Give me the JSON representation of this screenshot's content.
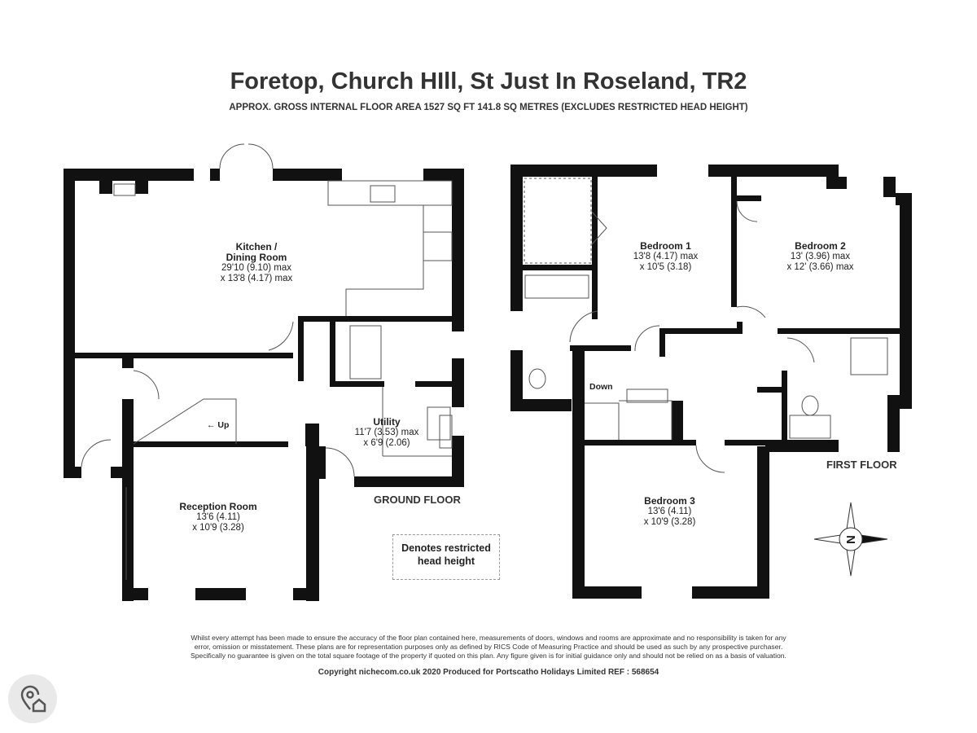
{
  "title": "Foretop, Church HIll, St Just In Roseland, TR2",
  "subtitle": "APPROX. GROSS INTERNAL FLOOR AREA 1527 SQ FT 141.8 SQ METRES (EXCLUDES RESTRICTED HEAD HEIGHT)",
  "ground_floor": {
    "label": "GROUND FLOOR",
    "rooms": [
      {
        "name": "Kitchen / Dining Room",
        "line1": "Kitchen /",
        "line2": "Dining Room",
        "dim1": "29'10 (9.10) max",
        "dim2": "x 13'8 (4.17) max"
      },
      {
        "name": "Utility",
        "dim1": "11'7 (3.53) max",
        "dim2": "x 6'9 (2.06)"
      },
      {
        "name": "Reception Room",
        "dim1": "13'6 (4.11)",
        "dim2": "x 10'9 (3.28)"
      }
    ],
    "stairs_label": "Up"
  },
  "first_floor": {
    "label": "FIRST FLOOR",
    "rooms": [
      {
        "name": "Bedroom 1",
        "dim1": "13'8 (4.17) max",
        "dim2": "x 10'5 (3.18)"
      },
      {
        "name": "Bedroom 2",
        "dim1": "13' (3.96) max",
        "dim2": "x 12' (3.66) max"
      },
      {
        "name": "Bedroom 3",
        "dim1": "13'6 (4.11)",
        "dim2": "x 10'9 (3.28)"
      }
    ],
    "stairs_label": "Down"
  },
  "legend": {
    "line1": "Denotes restricted",
    "line2": "head height"
  },
  "compass": {
    "label": "N",
    "icon": "compass-rose-icon"
  },
  "disclaimer": {
    "line1": "Whilst every attempt has been made to ensure the accuracy of the floor plan contained here, measurements of doors, windows and rooms are approximate and no responsibility is taken for any",
    "line2": "error, omission or misstatement. These plans are for representation purposes only as defined by RICS Code of Measuring Practice and should be used as such by any prospective purchaser.",
    "line3": "Specifically no guarantee is given on the total square footage of the property if quoted on this plan. Any figure given is for initial guidance only and should not be relied on as a basis of valuation."
  },
  "copyright": "Copyright nichecom.co.uk 2020   Produced for Portscatho Holidays Limited   REF :  568654",
  "colors": {
    "wall": "#111111",
    "text": "#222222",
    "badge": "#e9e9e9"
  }
}
